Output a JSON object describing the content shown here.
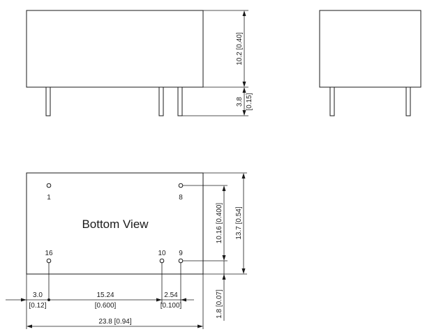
{
  "drawing": {
    "bottom_view_label": "Bottom View",
    "pins": {
      "p1": "1",
      "p8": "8",
      "p16": "16",
      "p10": "10",
      "p9": "9"
    },
    "dims": {
      "body_height": "10.2 [0.40]",
      "pin_length_mm": "3.8",
      "pin_length_in": "[0.15]",
      "row_spacing": "10.16 [0.400]",
      "body_depth": "13.7 [0.54]",
      "edge_offset_side": "1.8 [0.07]",
      "edge_offset_mm": "3.0",
      "edge_offset_in": "[0.12]",
      "pin_span_mm": "15.24",
      "pin_span_in": "[0.600]",
      "pitch_mm": "2.54",
      "pitch_in": "[0.100]",
      "total_length": "23.8 [0.94]"
    }
  }
}
